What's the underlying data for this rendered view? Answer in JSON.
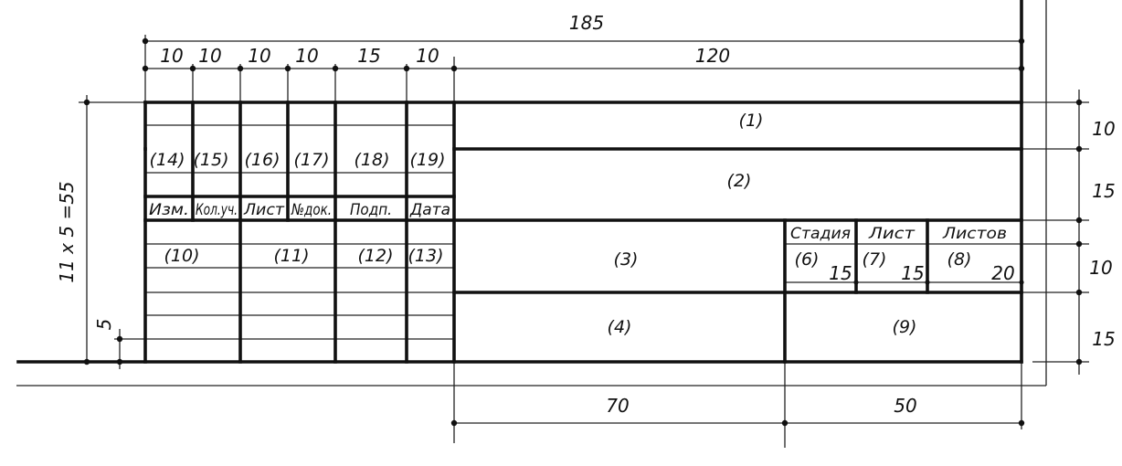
{
  "dimensions": {
    "total_width": "185",
    "left_columns": [
      "10",
      "10",
      "10",
      "10",
      "15",
      "10"
    ],
    "right_width": "120",
    "bottom_left": "70",
    "bottom_right": "50",
    "right_heights": [
      "10",
      "15",
      "10",
      "15"
    ],
    "left_height": "11 x 5 =55",
    "row_height": "5"
  },
  "columns": {
    "headers": [
      "Изм.",
      "Кол.уч.",
      "Лист",
      "№док.",
      "Подп.",
      "Дата"
    ],
    "numbers_top": [
      "(14)",
      "(15)",
      "(16)",
      "(17)",
      "(18)",
      "(19)"
    ],
    "numbers_lower": [
      "(10)",
      "(11)",
      "(12)",
      "(13)"
    ]
  },
  "fields": {
    "f1": "(1)",
    "f2": "(2)",
    "f3": "(3)",
    "f4": "(4)",
    "f9": "(9)"
  },
  "stage_block": {
    "headers": [
      "Стадия",
      "Лист",
      "Листов"
    ],
    "numbers": [
      "(6)",
      "(7)",
      "(8)"
    ],
    "widths": [
      "15",
      "15",
      "20"
    ]
  }
}
